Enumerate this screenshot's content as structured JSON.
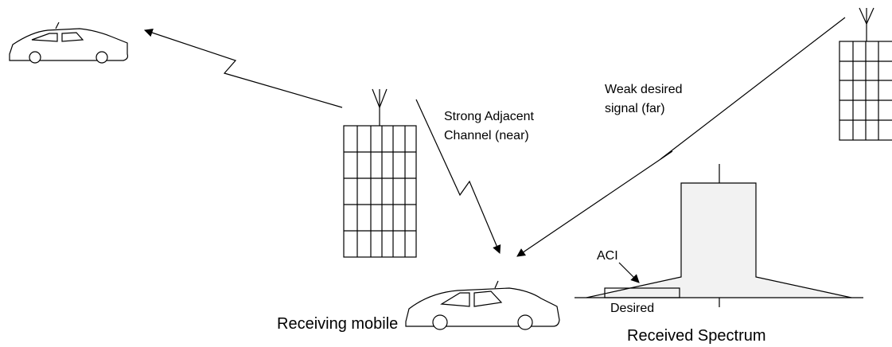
{
  "labels": {
    "strong_adjacent_line1": "Strong Adjacent",
    "strong_adjacent_line2": "Channel (near)",
    "weak_desired_line1": "Weak desired",
    "weak_desired_line2": "signal (far)",
    "aci": "ACI",
    "desired": "Desired",
    "receiving_mobile": "Receiving mobile",
    "received_spectrum": "Received Spectrum"
  },
  "colors": {
    "line": "#000000",
    "spectrum_fill": "#f2f2f2",
    "background": "#ffffff"
  }
}
